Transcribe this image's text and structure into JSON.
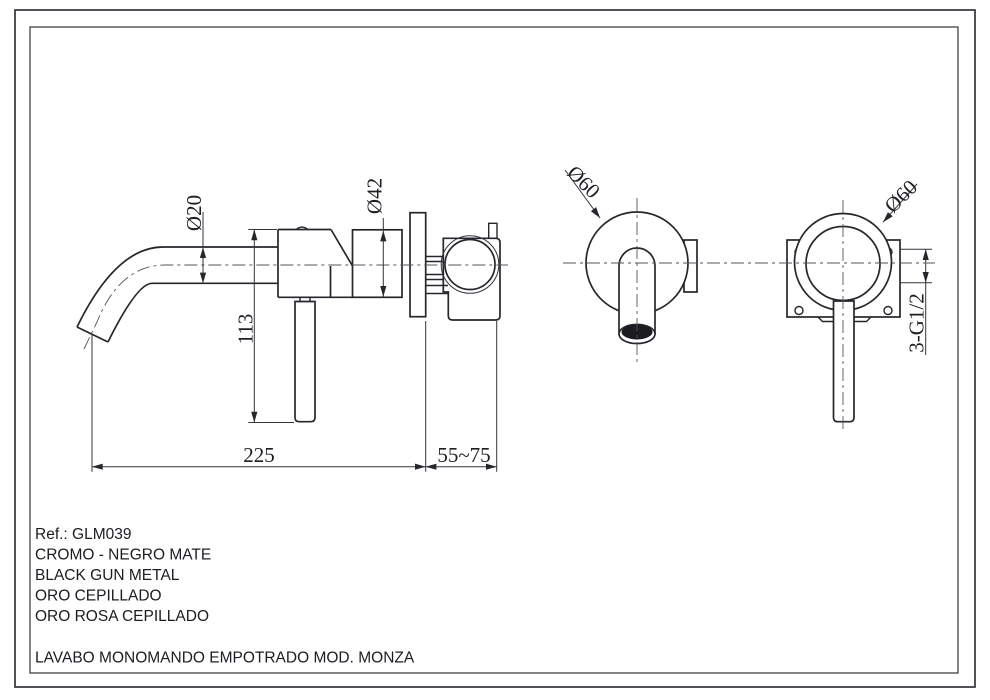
{
  "sheet": {
    "background": "#ffffff",
    "line_color": "#26262c"
  },
  "dimensions": {
    "spout_tube_diameter": "Ø20",
    "body_diameter": "Ø42",
    "handle_drop": "113",
    "spout_reach": "225",
    "in_wall_depth": "55~75",
    "spout_flange_diameter": "Ø60",
    "handle_flange_diameter": "Ø60",
    "thread_connections": "3-G1/2"
  },
  "title_block": {
    "ref_label": "Ref.: GLM039",
    "finishes": [
      "CROMO - NEGRO MATE",
      "BLACK GUN METAL",
      "ORO CEPILLADO",
      "ORO ROSA CEPILLADO"
    ],
    "product_title": "LAVABO MONOMANDO EMPOTRADO MOD. MONZA"
  }
}
